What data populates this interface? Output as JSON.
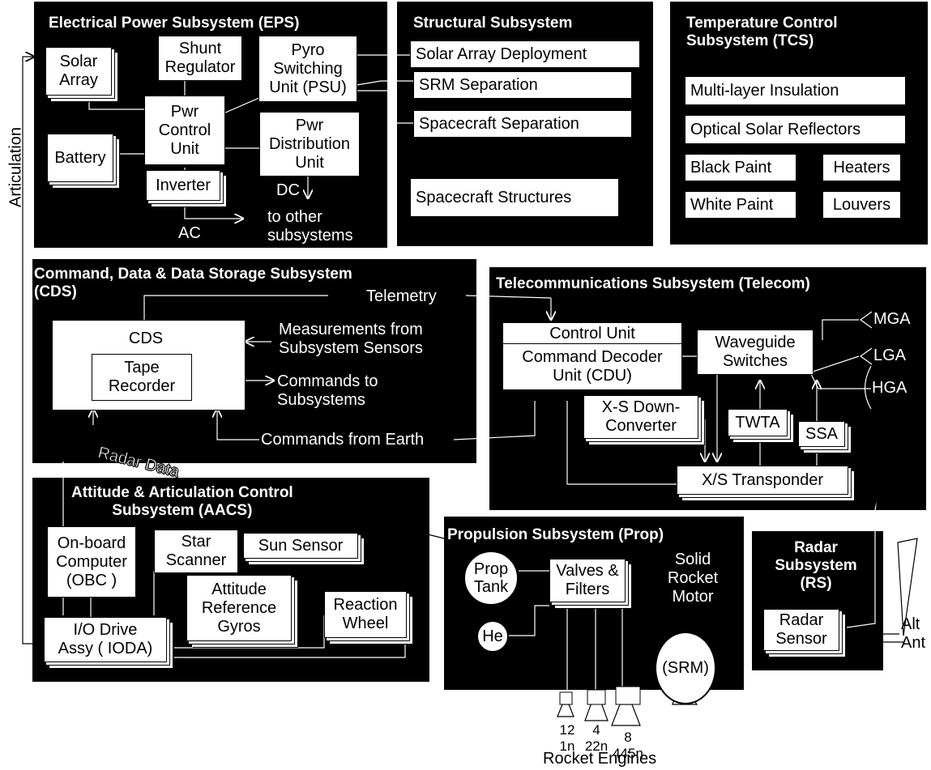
{
  "eps": {
    "title": "Electrical Power Subsystem (EPS)",
    "solar_array": "Solar\nArray",
    "shunt_regulator": "Shunt\nRegulator",
    "pyro_switching": "Pyro\nSwitching\nUnit (PSU)",
    "battery": "Battery",
    "pwr_control": "Pwr\nControl\nUnit",
    "pwr_distribution": "Pwr\nDistribution\nUnit",
    "inverter": "Inverter",
    "dc": "DC",
    "to_other": "to other\nsubsystems",
    "ac": "AC"
  },
  "structural": {
    "title": "Structural Subsystem",
    "solar_array_deployment": "Solar Array Deployment",
    "srm_separation": "SRM  Separation",
    "spacecraft_separation": "Spacecraft Separation",
    "spacecraft_structures": "Spacecraft Structures"
  },
  "tcs": {
    "title": "Temperature Control\nSubsystem (TCS)",
    "mli": "Multi-layer Insulation",
    "osr": "Optical Solar Reflectors",
    "black_paint": "Black Paint",
    "heaters": "Heaters",
    "white_paint": "White Paint",
    "louvers": "Louvers"
  },
  "articulation": "Articulation",
  "cds": {
    "title": "Command, Data  & Data Storage Subsystem\n(CDS)",
    "telemetry": "Telemetry",
    "cds_label": "CDS",
    "tape_recorder": "Tape\nRecorder",
    "measurements": "Measurements from\nSubsystem Sensors",
    "commands_to": "Commands to\nSubsystems",
    "commands_from": "Commands from Earth",
    "radar_data": "Radar Data"
  },
  "telecom": {
    "title": "Telecommunications Subsystem (Telecom)",
    "control_unit": "Control Unit",
    "cdu": "Command Decoder\nUnit (CDU)",
    "waveguide": "Waveguide\nSwitches",
    "xs_down": "X-S Down-\nConverter",
    "twta": "TWTA",
    "ssa": "SSA",
    "transponder": "X/S Transponder",
    "mga": "MGA",
    "lga": "LGA",
    "hga": "HGA"
  },
  "aacs": {
    "title": "Attitude & Articulation Control\nSubsystem (AACS)",
    "obc": "On-board\nComputer\n(OBC )",
    "star_scanner": "Star\nScanner",
    "sun_sensor": "Sun Sensor",
    "gyros": "Attitude\nReference\nGyros",
    "reaction_wheel": "Reaction\nWheel",
    "ioda": "I/O Drive\nAssy ( IODA)"
  },
  "prop": {
    "title": "Propulsion Subsystem (Prop)",
    "prop_tank": "Prop\nTank",
    "valves": "Valves &\nFilters",
    "he": "He",
    "srm_title": "Solid\nRocket\nMotor",
    "srm": "(SRM)",
    "engine1": "12\n1n",
    "engine2": "4\n22n",
    "engine3": "8\n445n",
    "rocket_engines": "Rocket Engines"
  },
  "radar": {
    "title": "Radar\nSubsystem\n(RS)",
    "sensor": "Radar\nSensor",
    "alt_ant": "Alt\nAnt"
  }
}
